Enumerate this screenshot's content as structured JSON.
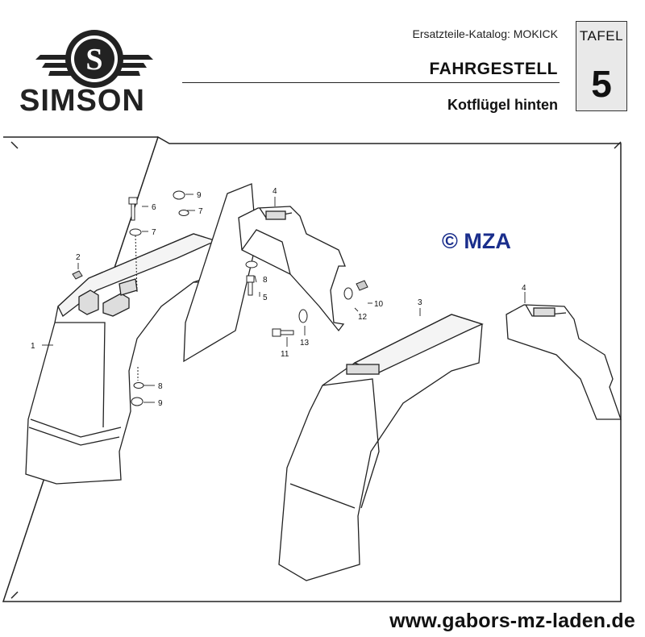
{
  "header": {
    "brand": "SIMSON",
    "catalog": "Ersatzteile-Katalog: MOKICK",
    "section": "FAHRGESTELL",
    "subtitle": "Kotflügel hinten",
    "tafel_label": "TAFEL",
    "tafel_number": "5"
  },
  "diagram": {
    "callouts": {
      "c1": "1",
      "c2": "2",
      "c3": "3",
      "c4a": "4",
      "c4b": "4",
      "c5": "5",
      "c6": "6",
      "c7a": "7",
      "c7b": "7",
      "c8a": "8",
      "c8b": "8",
      "c9a": "9",
      "c9b": "9",
      "c10": "10",
      "c11": "11",
      "c12": "12",
      "c13": "13"
    }
  },
  "watermark": {
    "copyright": "© MZA"
  },
  "footer": {
    "url": "www.gabors-mz-laden.de"
  },
  "colors": {
    "copyright": "#1a2e8c",
    "line": "#222222",
    "tafel_bg": "#e9e9e9"
  }
}
